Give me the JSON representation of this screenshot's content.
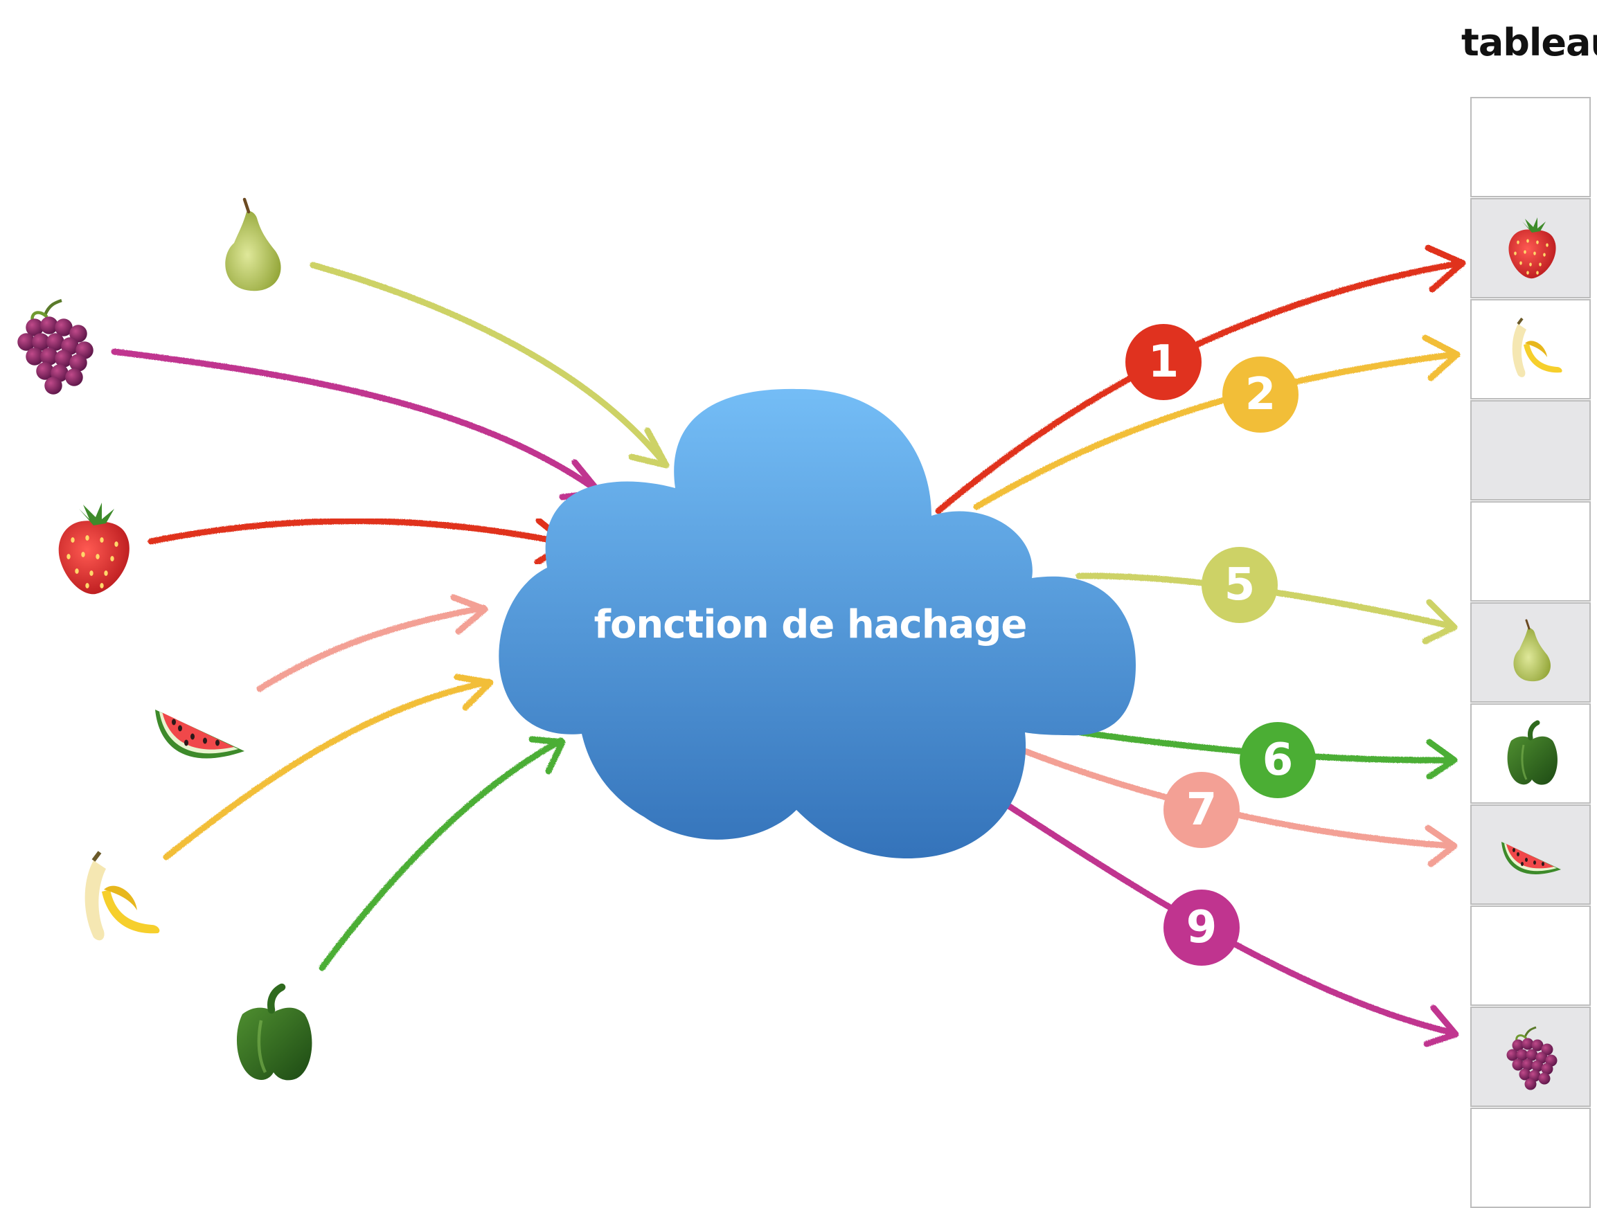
{
  "title": "tableau",
  "hash_function": {
    "label": "fonction de hachage",
    "color_top": "#74BDF6",
    "color_bottom": "#3473BA"
  },
  "inputs": [
    {
      "fruit": "pear-icon",
      "color": "#CDD266"
    },
    {
      "fruit": "grapes-icon",
      "color": "#C0348F"
    },
    {
      "fruit": "strawberry-icon",
      "color": "#E0321F"
    },
    {
      "fruit": "watermelon-icon",
      "color": "#F3A095"
    },
    {
      "fruit": "banana-icon",
      "color": "#F2BE38"
    },
    {
      "fruit": "bell-pepper-icon",
      "color": "#4BAE34"
    }
  ],
  "outputs": [
    {
      "index": "1",
      "fruit": "strawberry-icon",
      "color": "#E0321F"
    },
    {
      "index": "2",
      "fruit": "banana-icon",
      "color": "#F2BE38"
    },
    {
      "index": "5",
      "fruit": "pear-icon",
      "color": "#CDD266"
    },
    {
      "index": "6",
      "fruit": "bell-pepper-icon",
      "color": "#4BAE34"
    },
    {
      "index": "7",
      "fruit": "watermelon-icon",
      "color": "#F3A095"
    },
    {
      "index": "9",
      "fruit": "grapes-icon",
      "color": "#C0348F"
    }
  ],
  "table": {
    "filled_color": "#E6E6E8",
    "empty_color": "#FFFFFF",
    "border_color": "#BCBCBC",
    "slots": [
      {
        "fruit": ""
      },
      {
        "fruit": "strawberry-icon"
      },
      {
        "fruit": "banana-icon"
      },
      {
        "fruit": ""
      },
      {
        "fruit": ""
      },
      {
        "fruit": "pear-icon"
      },
      {
        "fruit": "bell-pepper-icon"
      },
      {
        "fruit": "watermelon-icon"
      },
      {
        "fruit": ""
      },
      {
        "fruit": "grapes-icon"
      },
      {
        "fruit": ""
      }
    ]
  }
}
